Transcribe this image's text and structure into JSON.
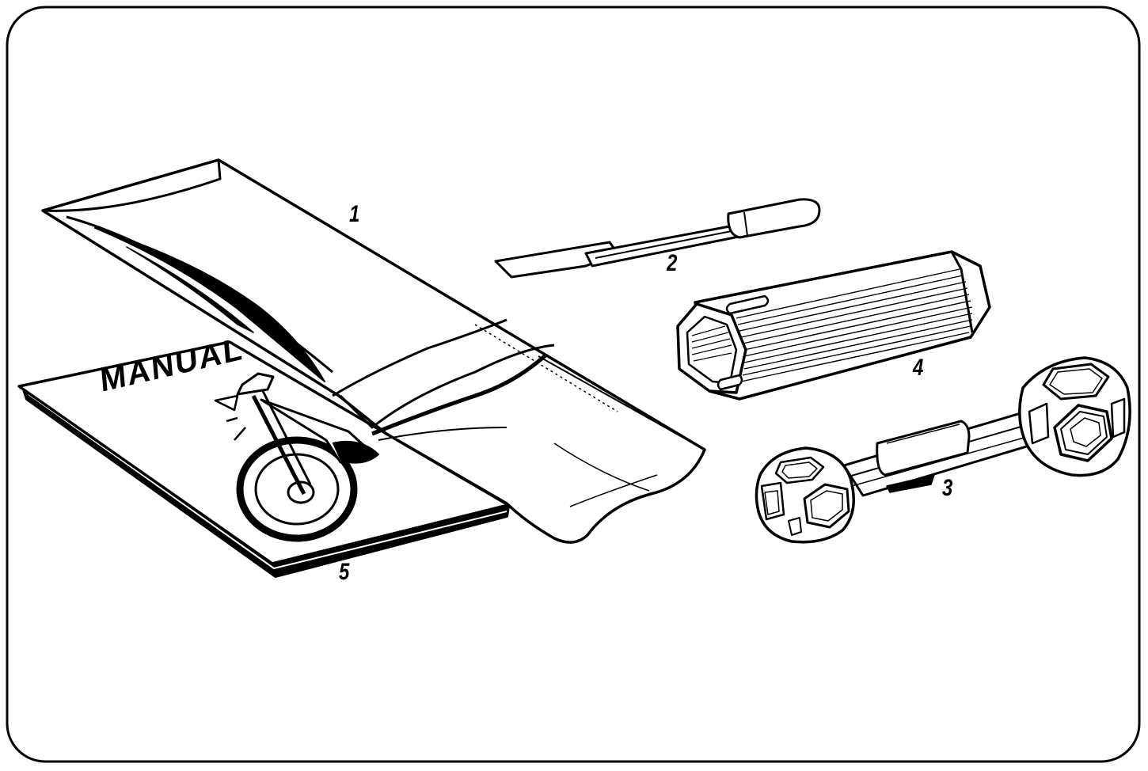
{
  "callouts": {
    "item1": "1",
    "item2": "2",
    "item3": "3",
    "item4": "4",
    "item5": "5"
  },
  "manual": {
    "cover_title": "MANUAL"
  },
  "colors": {
    "ink": "#000000",
    "paper": "#ffffff"
  }
}
